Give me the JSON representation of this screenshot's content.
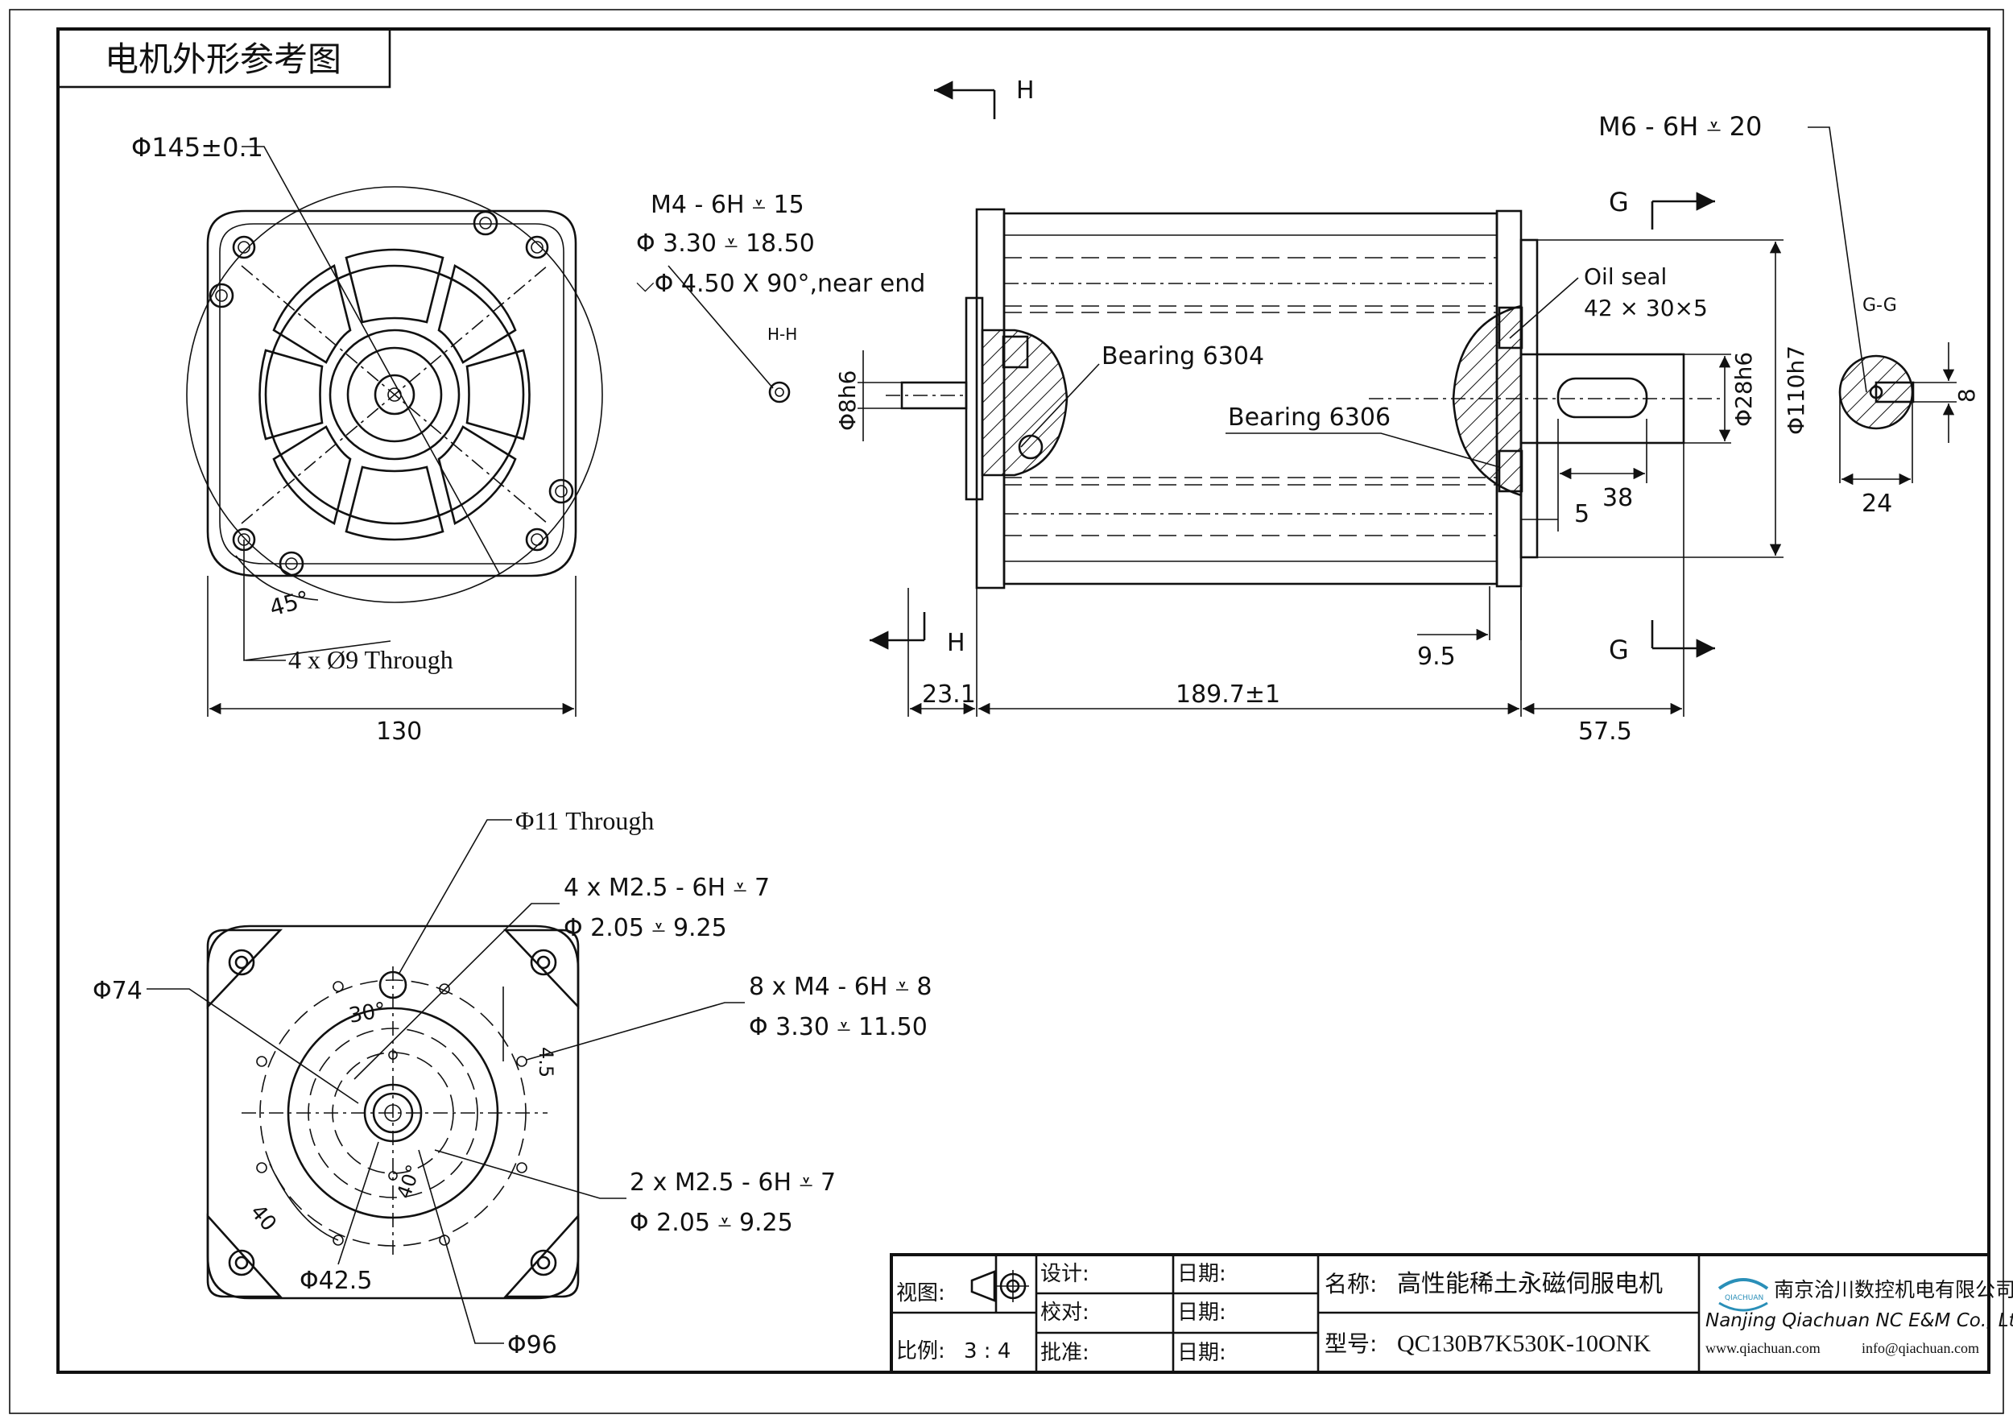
{
  "sheet_title": "电机外形参考图",
  "front_view": {
    "diameter_label": "Φ145±0.1",
    "width_label": "130",
    "angle_label": "45°",
    "holes_label": "4 x Ø9 Through"
  },
  "hole_note": {
    "line1": "M4 - 6H ⩡ 15",
    "line2": "Φ 3.30 ⩡ 18.50",
    "line3": "⌵Φ 4.50 X 90°,near end",
    "section_label": "H-H"
  },
  "side_view": {
    "section_h": "H",
    "section_g": "G",
    "shaft_thread_label": "M6 - 6H ⩡ 20",
    "oil_seal_label": "Oil seal",
    "oil_seal_size": "42 × 30×5",
    "bearing_rear": "Bearing 6304",
    "bearing_front": "Bearing 6306",
    "rear_shaft_dia": "Φ8h6",
    "shaft_dia": "Φ28h6",
    "spigot_dia": "Φ110h7",
    "key_offset": "5",
    "key_length": "38",
    "flange_offset": "9.5",
    "rear_len": "23.1",
    "body_len": "189.7±1",
    "shaft_len": "57.5",
    "gg_label": "G-G",
    "gg_width": "24",
    "gg_key": "8"
  },
  "rear_view": {
    "center_hole": "Φ11 Through",
    "m25_4_line1": "4 x  M2.5 - 6H ⩡ 7",
    "m25_4_line2": "Φ 2.05 ⩡ 9.25",
    "m4_8_line1": "8 x  M4 - 6H ⩡ 8",
    "m4_8_line2": "Φ 3.30 ⩡ 11.50",
    "m25_2_line1": "2 x  M2.5 - 6H ⩡ 7",
    "m25_2_line2": "Φ 2.05 ⩡ 9.25",
    "dia74": "Φ74",
    "dia42": "Φ42.5",
    "dia96": "Φ96",
    "angle30": "30°",
    "angle40": "40°",
    "dim40": "40",
    "dim45": "4.5"
  },
  "title_block": {
    "view_label": "视图:",
    "scale_label": "比例:",
    "scale_value": "3 : 4",
    "design_label": "设计:",
    "check_label": "校对:",
    "approve_label": "批准:",
    "date1": "日期:",
    "date2": "日期:",
    "date3": "日期:",
    "name_label": "名称:",
    "name_value": "高性能稀土永磁伺服电机",
    "model_label": "型号:",
    "model_value": "QC130B7K530K-10ONK",
    "company_cn": "南京洽川数控机电有限公司",
    "company_en": "Nanjing Qiachuan NC E&M Co., Ltd",
    "website": "www.qiachuan.com",
    "email": "info@qiachuan.com",
    "logo_text": "QIACHUAN"
  },
  "colors": {
    "line": "#111111",
    "logo": "#2a8fb8"
  }
}
